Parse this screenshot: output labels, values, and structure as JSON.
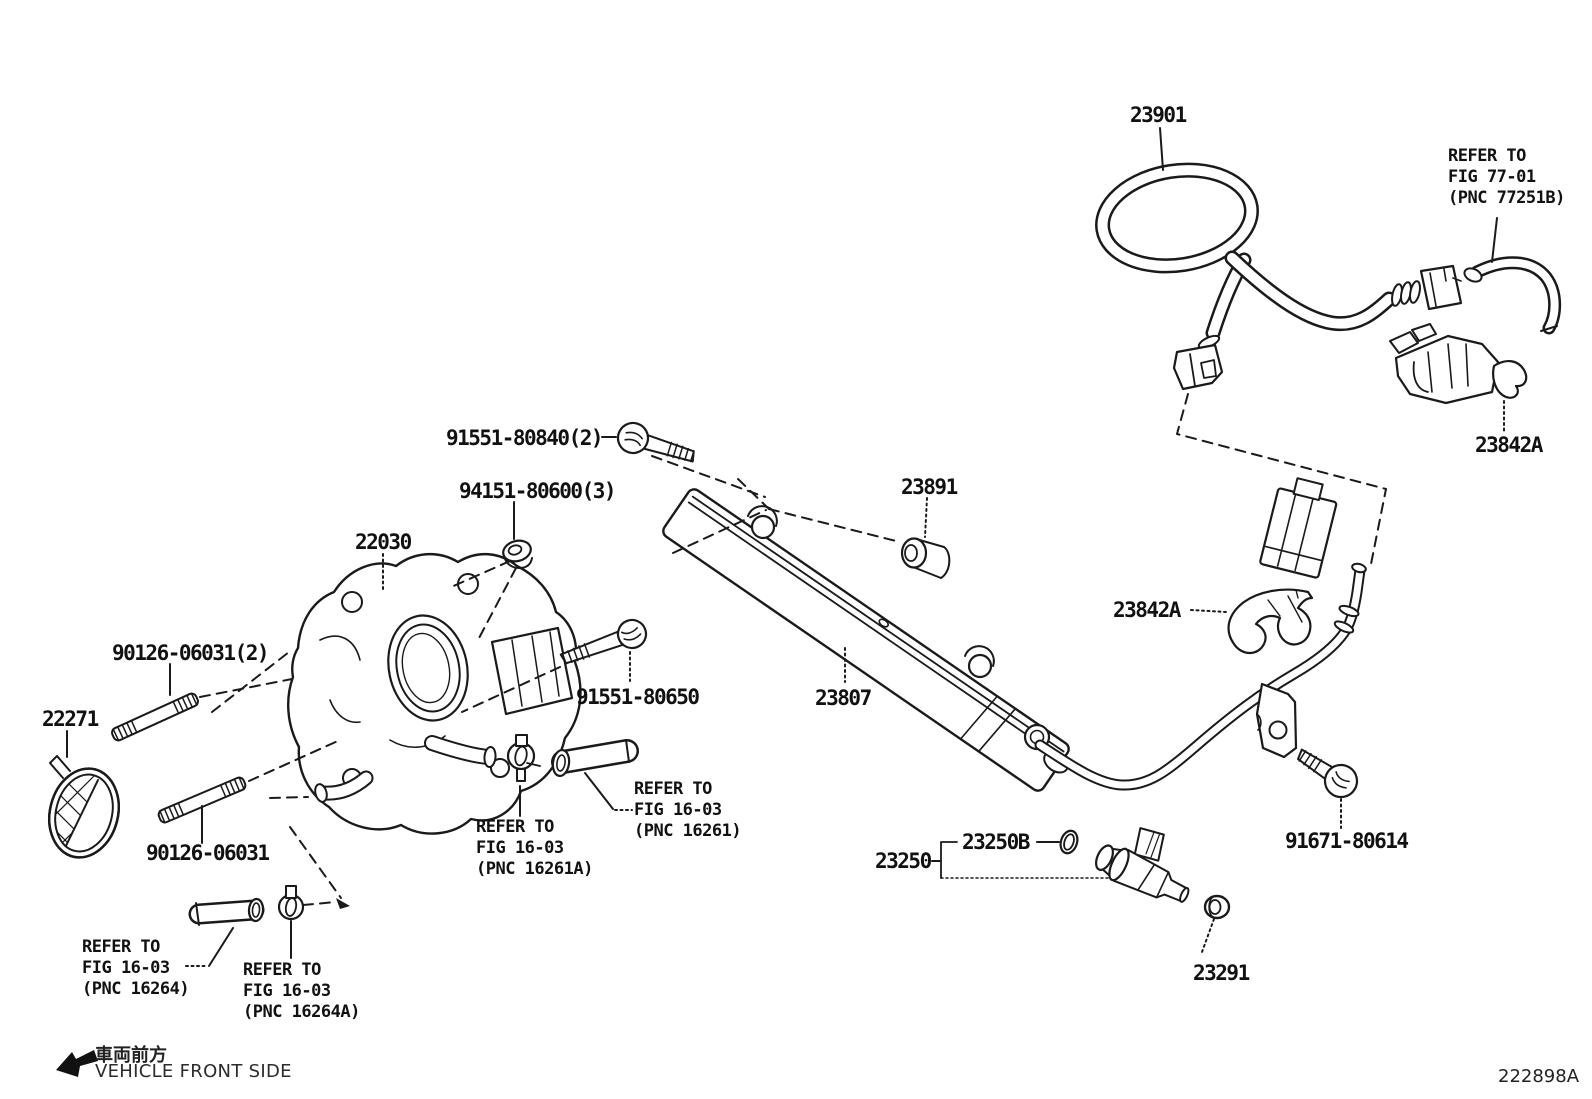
{
  "figure": {
    "code": "222898A"
  },
  "orientation": {
    "jp": "車両前方",
    "en": "VEHICLE FRONT SIDE"
  },
  "parts": {
    "hose": "23901",
    "clamp_top": "23842A",
    "bolt_union": "91551-80840(2)",
    "nut": "94151-80600(3)",
    "throttle_body": "22030",
    "cushion": "23891",
    "clamp_mid": "23842A",
    "stud_pair": "90126-06031(2)",
    "screen": "22271",
    "bolt_rail": "91551-80650",
    "delivery_pipe": "23807",
    "stud": "90126-06031",
    "oring": "23250B",
    "injector": "23250",
    "bolt_pipe": "91671-80614",
    "grommet": "23291"
  },
  "references": {
    "fig_77_01": "REFER TO\nFIG 77-01\n(PNC 77251B)",
    "fig_16_03_16261a": "REFER TO\nFIG 16-03\n(PNC 16261A)",
    "fig_16_03_16261": "REFER TO\nFIG 16-03\n(PNC 16261)",
    "fig_16_03_16264": "REFER TO\nFIG 16-03\n(PNC 16264)",
    "fig_16_03_16264a": "REFER TO\nFIG 16-03\n(PNC 16264A)"
  }
}
